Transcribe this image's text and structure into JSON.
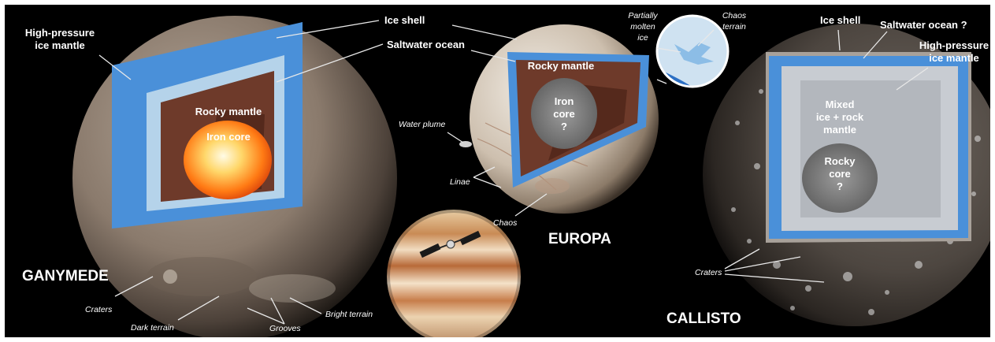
{
  "ganymede": {
    "title": "GANYMEDE",
    "layers": {
      "ice_shell": "Ice shell",
      "high_pressure_l1": "High-pressure",
      "high_pressure_l2": "ice mantle",
      "saltwater_ocean": "Saltwater ocean",
      "rocky_mantle": "Rocky mantle",
      "iron_core": "Iron core"
    },
    "surface": {
      "craters": "Craters",
      "dark_terrain": "Dark terrain",
      "grooves": "Grooves",
      "bright_terrain": "Bright terrain"
    }
  },
  "europa": {
    "title": "EUROPA",
    "layers": {
      "rocky_mantle": "Rocky mantle",
      "iron_core_l1": "Iron",
      "iron_core_l2": "core",
      "iron_core_l3": "?"
    },
    "surface": {
      "water_plume": "Water plume",
      "linae": "Linae",
      "chaos": "Chaos"
    },
    "inset": {
      "partially_l1": "Partially",
      "partially_l2": "molten",
      "partially_l3": "ice",
      "chaos_l1": "Chaos",
      "chaos_l2": "terrain"
    }
  },
  "callisto": {
    "title": "CALLISTO",
    "layers": {
      "ice_shell": "Ice shell",
      "saltwater_ocean": "Saltwater ocean ?",
      "high_pressure_l1": "High-pressure",
      "high_pressure_l2": "ice mantle",
      "mixed_l1": "Mixed",
      "mixed_l2": "ice + rock",
      "mixed_l3": "mantle",
      "rocky_core_l1": "Rocky",
      "rocky_core_l2": "core",
      "rocky_core_l3": "?"
    },
    "surface": {
      "craters": "Craters"
    }
  },
  "colors": {
    "background": "#000000",
    "ice_shell": "#4a90d9",
    "ocean": "#b5d3ea",
    "rocky_mantle": "#6e3a2a",
    "iron_core": "#ff8a1a",
    "callisto_mantle": "#c8ccd2",
    "label": "#ffffff"
  }
}
